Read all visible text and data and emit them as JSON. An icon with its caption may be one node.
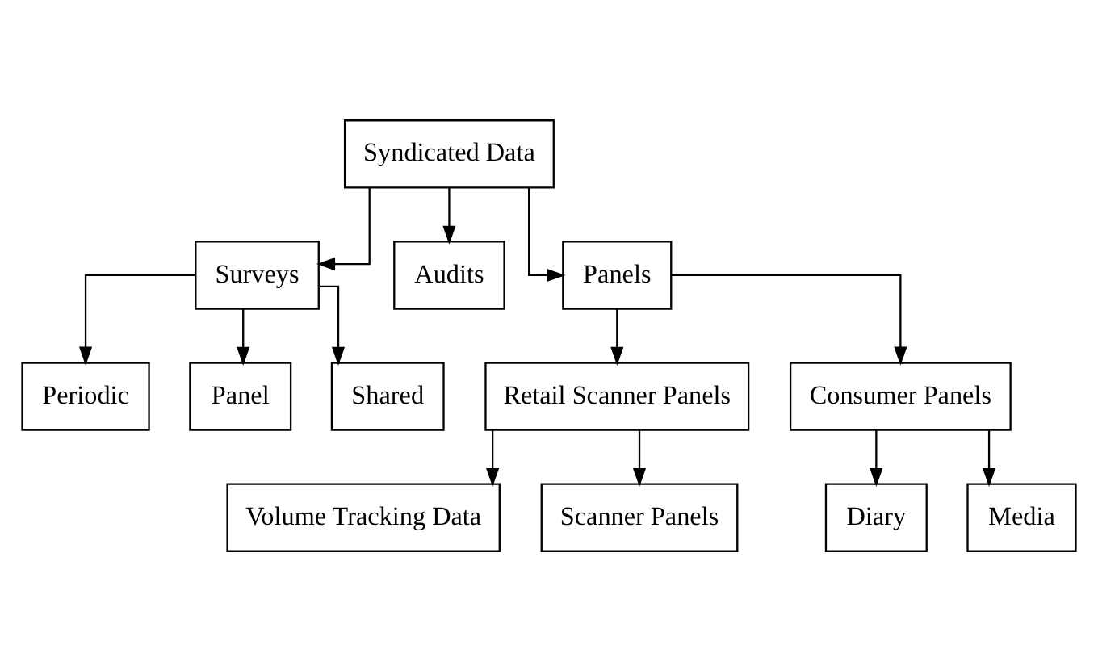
{
  "diagram": {
    "nodes": [
      {
        "text": [
          "Syndicated Data"
        ]
      },
      {
        "text": [
          "Surveys"
        ]
      },
      {
        "text": [
          "Audits"
        ]
      },
      {
        "text": [
          "Panels"
        ]
      },
      {
        "text": [
          "Periodic"
        ]
      },
      {
        "text": [
          "Panel"
        ]
      },
      {
        "text": [
          "Shared"
        ]
      },
      {
        "text": [
          "Retail Scanner Panels"
        ]
      },
      {
        "text": [
          "Consumer Panels"
        ]
      },
      {
        "text": [
          "Volume Tracking Data"
        ]
      },
      {
        "text": [
          "Scanner Panels"
        ]
      },
      {
        "text": [
          "Diary"
        ]
      },
      {
        "text": [
          "Media"
        ]
      }
    ],
    "edges": [
      {
        "from": 0,
        "to": 1,
        "arrow": "to"
      },
      {
        "from": 0,
        "to": 2,
        "arrow": "to"
      },
      {
        "from": 0,
        "to": 3,
        "arrow": "to"
      },
      {
        "from": 1,
        "to": 4,
        "arrow": "to"
      },
      {
        "from": 1,
        "to": 5,
        "arrow": "to"
      },
      {
        "from": 1,
        "to": 6,
        "arrow": "to"
      },
      {
        "from": 3,
        "to": 7,
        "arrow": "to"
      },
      {
        "from": 3,
        "to": 8,
        "arrow": "to"
      },
      {
        "from": 7,
        "to": 9,
        "arrow": "to"
      },
      {
        "from": 7,
        "to": 10,
        "arrow": "to"
      },
      {
        "from": 8,
        "to": 11,
        "arrow": "to"
      },
      {
        "from": 8,
        "to": 12,
        "arrow": "to"
      }
    ]
  }
}
